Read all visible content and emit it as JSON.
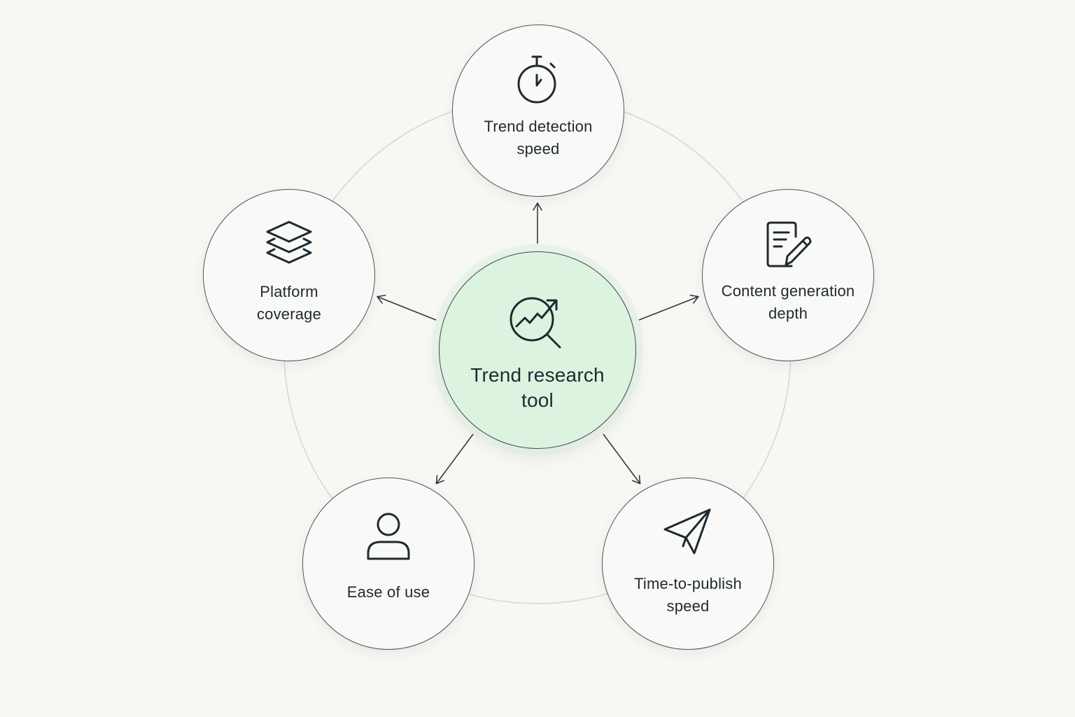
{
  "hub": {
    "label": "Trend research\ntool",
    "icon": "trend-search-icon"
  },
  "nodes": [
    {
      "id": "trend-detection-speed",
      "label": "Trend detection\nspeed",
      "icon": "stopwatch-icon"
    },
    {
      "id": "content-generation-depth",
      "label": "Content generation\ndepth",
      "icon": "document-edit-icon"
    },
    {
      "id": "time-to-publish-speed",
      "label": "Time-to-publish\nspeed",
      "icon": "paper-plane-icon"
    },
    {
      "id": "ease-of-use",
      "label": "Ease of use",
      "icon": "user-icon"
    },
    {
      "id": "platform-coverage",
      "label": "Platform\ncoverage",
      "icon": "layers-icon"
    }
  ],
  "colors": {
    "background": "#f7f7f4",
    "hub_fill": "#dcf3df",
    "node_stroke": "#4a5560",
    "ring_stroke": "#d6d8d6",
    "arrow_stroke": "#2f3a40",
    "text": "#1f2a30"
  }
}
